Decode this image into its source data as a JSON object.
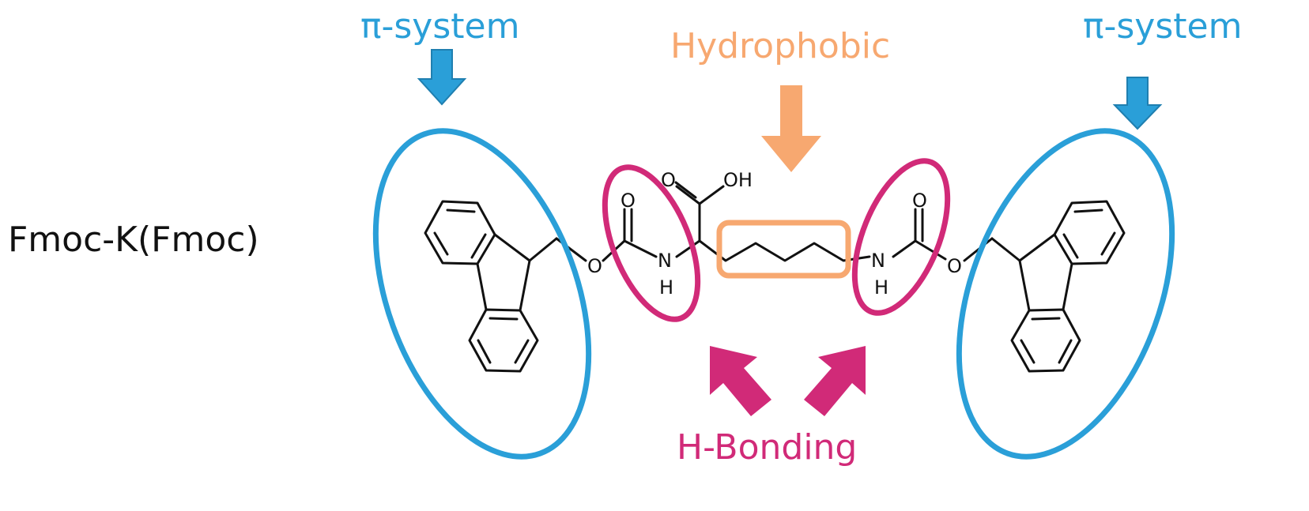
{
  "compound_name": "Fmoc-K(Fmoc)",
  "labels": {
    "pi_left": "π-system",
    "pi_right": "π-system",
    "hydrophobic": "Hydrophobic",
    "h_bonding": "H-Bonding"
  },
  "atoms": {
    "o_carbonyl_left": "O",
    "o_ester_left": "O",
    "n_left": "N",
    "h_left": "H",
    "o_acid": "O",
    "oh_acid": "OH",
    "n_right": "N",
    "h_right": "H",
    "o_carbonyl_right": "O",
    "o_ester_right": "O"
  },
  "colors": {
    "pi_system": "#2a9fd8",
    "hydrophobic": "#f7a870",
    "h_bonding": "#d12a78",
    "bond": "#111111"
  }
}
